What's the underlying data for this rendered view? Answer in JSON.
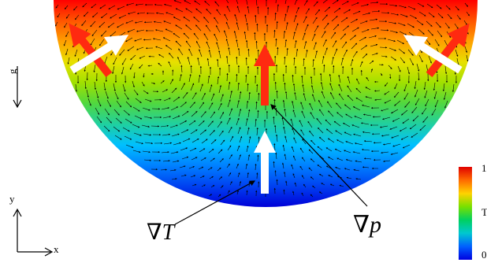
{
  "labels": {
    "gravity": "g",
    "axis_y": "y",
    "axis_x": "x",
    "grad_t_symbol": "∇",
    "grad_t_var": "T",
    "grad_p_symbol": "∇",
    "grad_p_var": "p"
  },
  "colorbar": {
    "max": "1",
    "mid": "T",
    "min": "0",
    "colors": [
      "#e00000",
      "#ff6a00",
      "#ffd200",
      "#78e000",
      "#00d060",
      "#00c8d0",
      "#0060ff",
      "#0000e0"
    ]
  },
  "field": {
    "field_colors": [
      "#ff0000",
      "#ff5500",
      "#ffa000",
      "#e8e000",
      "#a0e000",
      "#50d840",
      "#20d0a0",
      "#00c0ff",
      "#0080ff",
      "#0040f0",
      "#0000d8"
    ],
    "red_arrow_color": "#ff2a10",
    "white_arrow_color": "#ffffff"
  }
}
